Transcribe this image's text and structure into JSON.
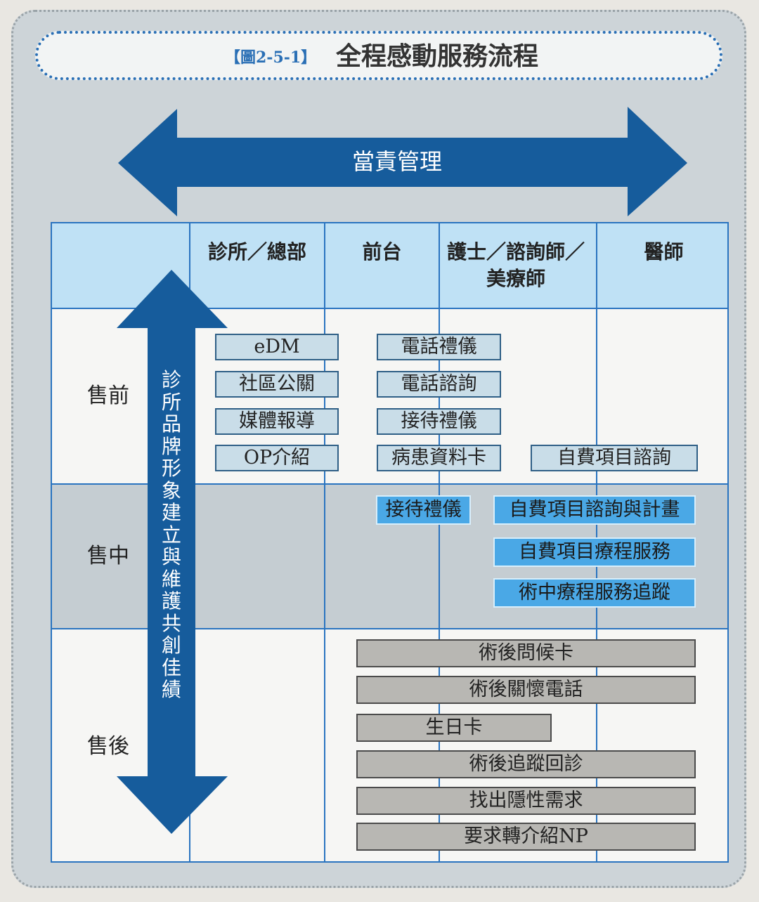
{
  "figure": {
    "label": "【圖2-5-1】",
    "title": "全程感動服務流程"
  },
  "horizontal_arrow": {
    "label": "當責管理"
  },
  "vertical_arrow": {
    "label": "診所品牌形象建立與維護共創佳績"
  },
  "columns": [
    {
      "label": "診所／總部"
    },
    {
      "label": "前台"
    },
    {
      "label": "護士／諮詢師／美療師"
    },
    {
      "label": "醫師"
    }
  ],
  "rows": [
    {
      "label": "售前"
    },
    {
      "label": "售中"
    },
    {
      "label": "售後"
    }
  ],
  "boxes": {
    "pre": [
      "eDM",
      "社區公關",
      "媒體報導",
      "OP介紹",
      "電話禮儀",
      "電話諮詢",
      "接待禮儀",
      "病患資料卡",
      "自費項目諮詢"
    ],
    "mid": [
      "接待禮儀",
      "自費項目諮詢與計畫",
      "自費項目療程服務",
      "術中療程服務追蹤"
    ],
    "post": [
      "術後問候卡",
      "術後關懷電話",
      "生日卡",
      "術後追蹤回診",
      "找出隱性需求",
      "要求轉介紹NP"
    ]
  },
  "colors": {
    "arrow": "#165c9c",
    "grid_line": "#2a74c0",
    "header_band": "#bfe1f5",
    "mid_band": "#c5cdd2",
    "mid_box": "#4aa8e6",
    "post_box": "#b8b7b3",
    "title_accent": "#2a6fb5"
  }
}
